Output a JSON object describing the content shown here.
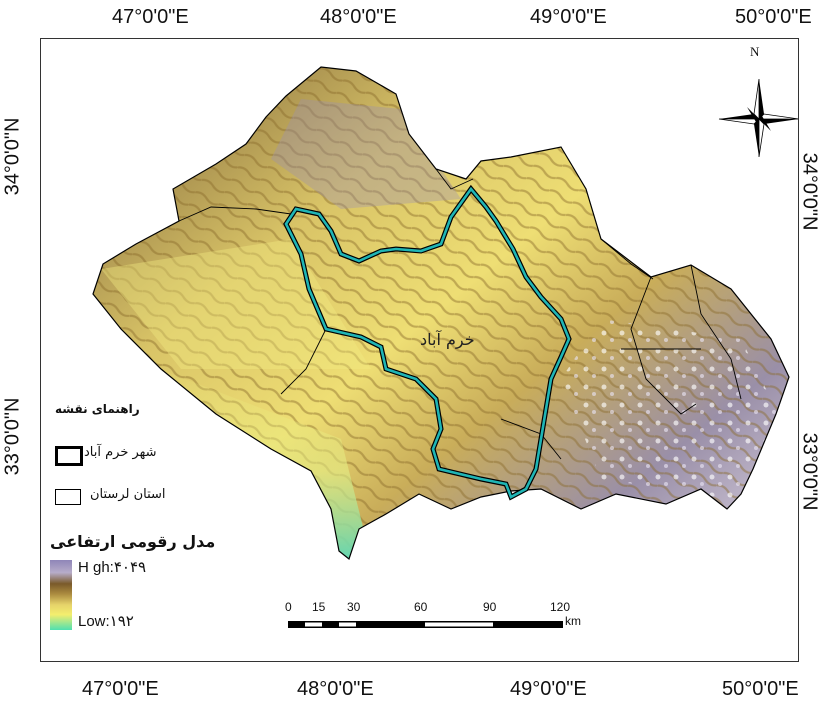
{
  "graticule": {
    "top": [
      "47°0'0\"E",
      "48°0'0\"E",
      "49°0'0\"E",
      "50°0'0\"E"
    ],
    "bottom": [
      "47°0'0\"E",
      "48°0'0\"E",
      "49°0'0\"E",
      "50°0'0\"E"
    ],
    "left": [
      "34°0'0\"N",
      "33°0'0\"N"
    ],
    "right": [
      "34°0'0\"N",
      "33°0'0\"N"
    ]
  },
  "north_arrow": {
    "label": "N",
    "icon": "north-arrow-icon"
  },
  "city_label": "خرم آباد",
  "legend": {
    "title": "راهنمای نقشه",
    "items": [
      {
        "label": "شهر خرم آباد",
        "symbol": "thick-outline"
      },
      {
        "label": "استان لرستان",
        "symbol": "thin-outline"
      }
    ],
    "dem_title": "مدل رقومی ارتفاعی",
    "high_label": "H gh:۴۰۴۹",
    "low_label": "Low:۱۹۲"
  },
  "scale_bar": {
    "ticks": [
      "0",
      "15",
      "30",
      "60",
      "90",
      "120"
    ],
    "unit": "km"
  },
  "colors": {
    "city_outline": "#1fb5b5",
    "province_outline": "#000000",
    "border": "#3a3a3a"
  }
}
